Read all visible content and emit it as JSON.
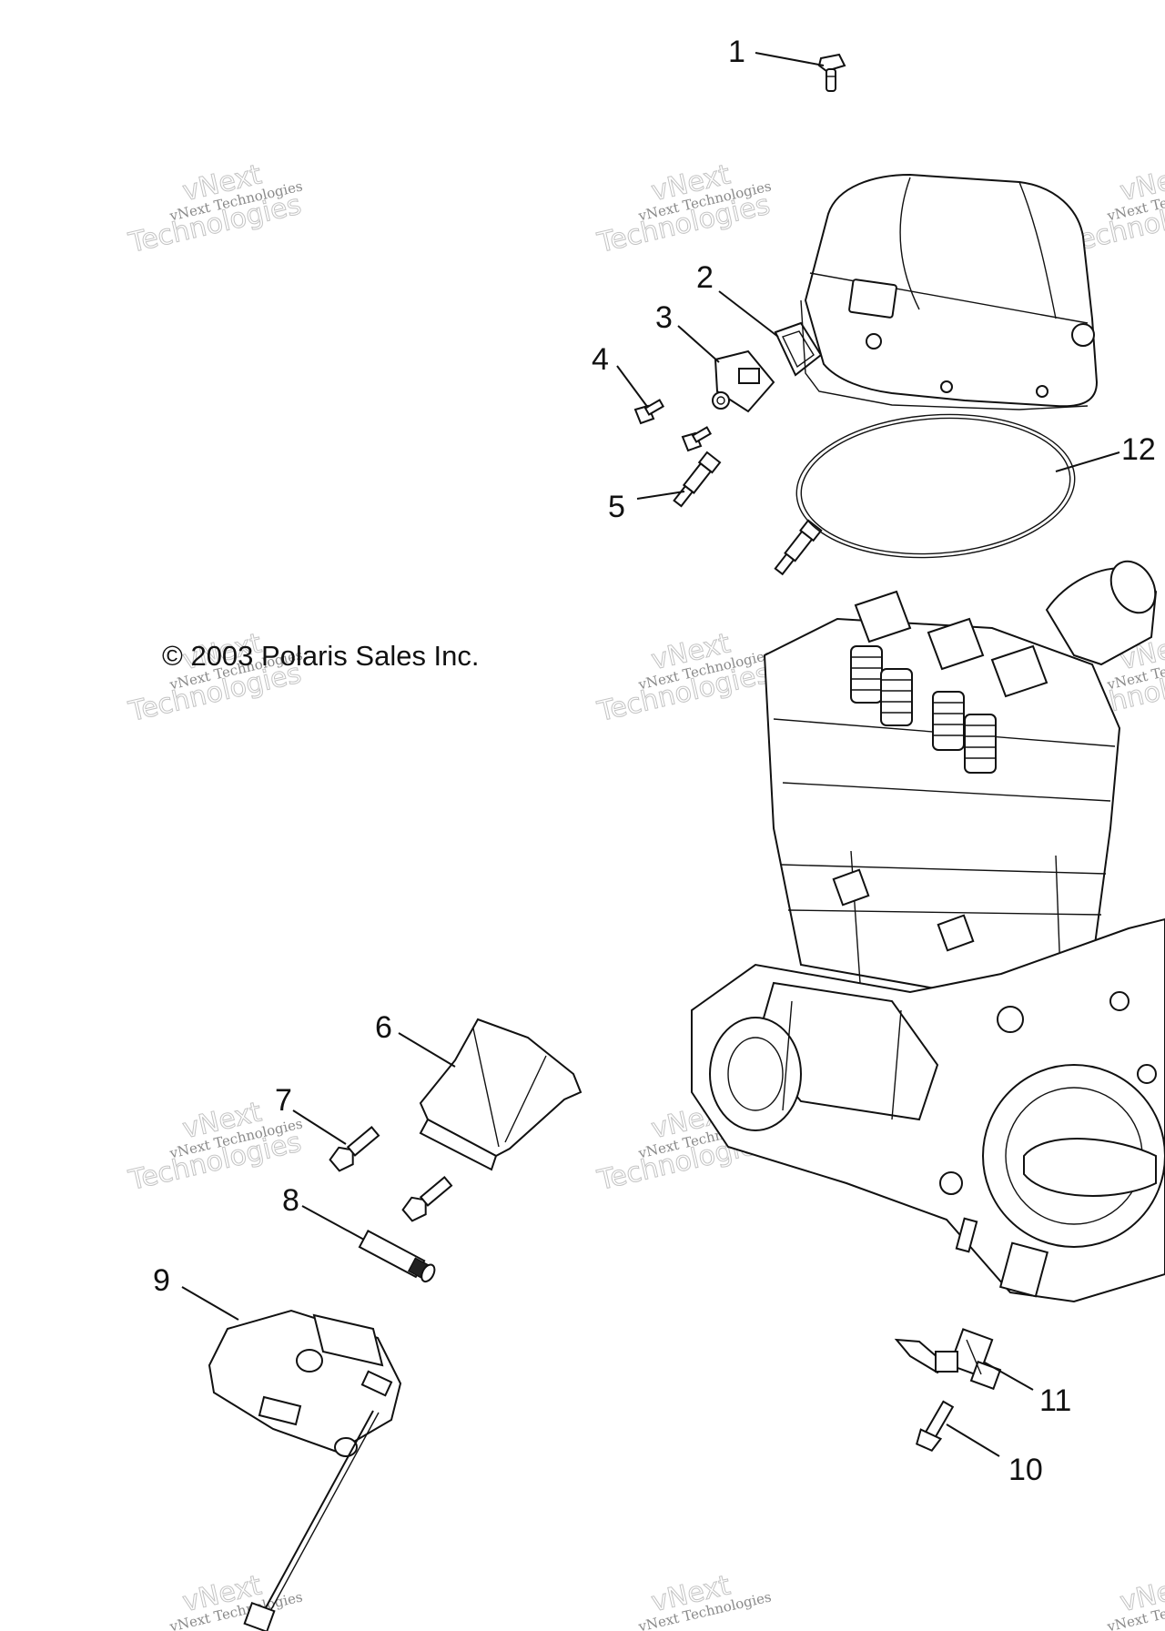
{
  "copyright": "© 2003 Polaris Sales Inc.",
  "watermark": {
    "small": "vNext Technologies",
    "big_line1": "vNext",
    "big_line2": "Technologies"
  },
  "callouts": [
    "1",
    "2",
    "3",
    "4",
    "5",
    "6",
    "7",
    "8",
    "9",
    "10",
    "11",
    "12"
  ],
  "colors": {
    "line": "#111111",
    "watermark": "#8a8a8a",
    "background": "#ffffff"
  }
}
